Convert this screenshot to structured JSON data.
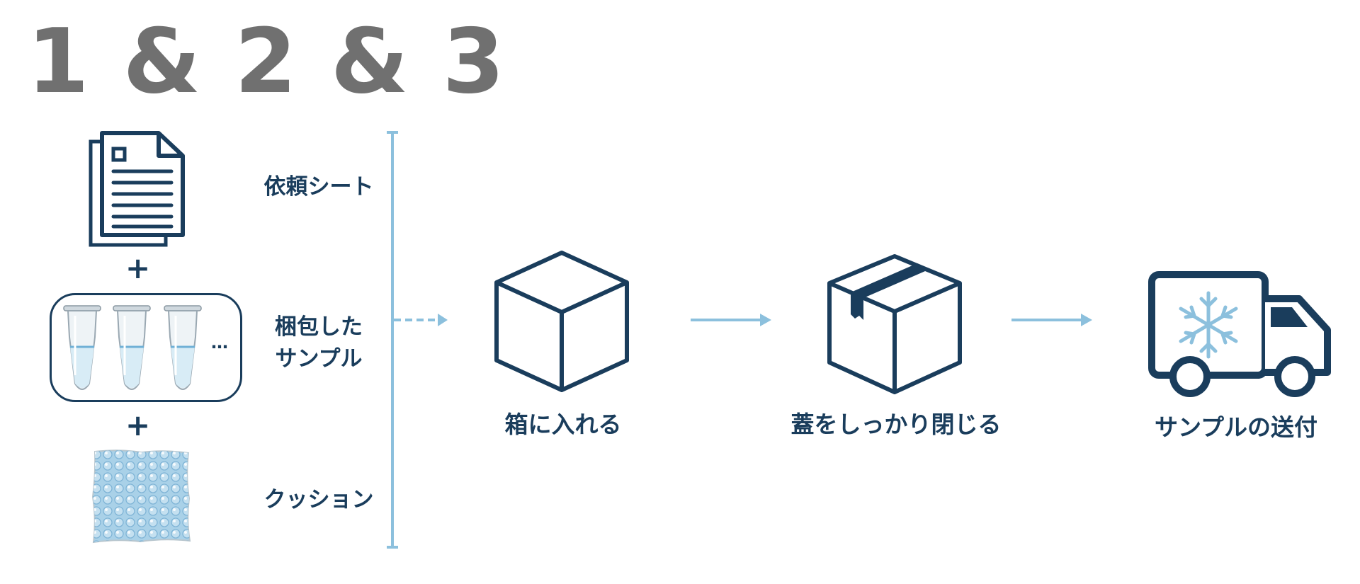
{
  "title": "1 & 2 & 3",
  "items": [
    {
      "label": "依頼シート",
      "icon": "document-icon"
    },
    {
      "label": "梱包した\nサンプル",
      "icon": "sample-tubes-icon"
    },
    {
      "label": "クッション",
      "icon": "bubble-wrap-icon"
    }
  ],
  "plus": "+",
  "ellipsis": "…",
  "steps": [
    {
      "label": "箱に入れる",
      "icon": "box-icon"
    },
    {
      "label": "蓋をしっかり閉じる",
      "icon": "sealed-box-icon"
    },
    {
      "label": "サンプルの送付",
      "icon": "refrigerated-truck-icon"
    }
  ],
  "colors": {
    "navy": "#1a3d5c",
    "light_blue": "#8cc0dd",
    "gray": "#707070"
  }
}
